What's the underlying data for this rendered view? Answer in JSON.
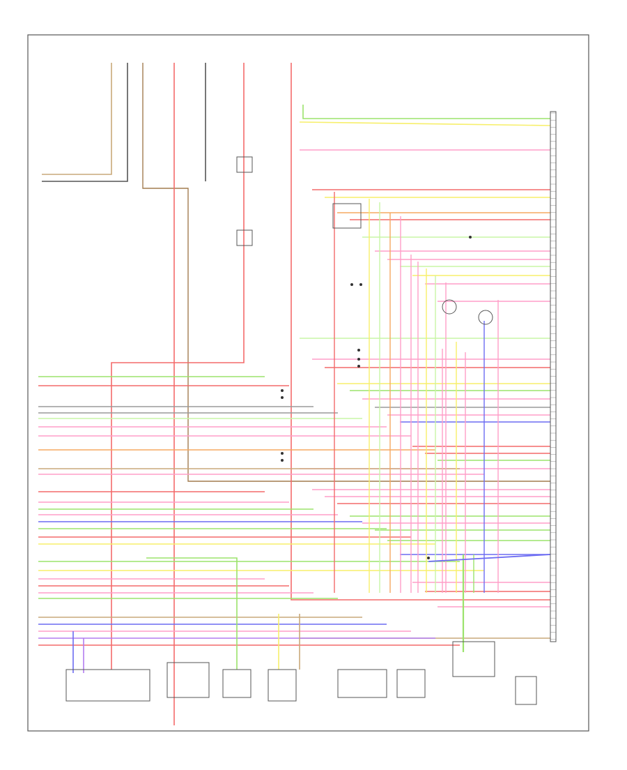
{
  "diagram": {
    "footer_code": "",
    "colors": {
      "red": "#f36a6a",
      "pink": "#ff9ec8",
      "green": "#9be36b",
      "lightgreen": "#c9f5a5",
      "yellow": "#f7ef6a",
      "orange": "#f5a860",
      "blue": "#6c6cf2",
      "purple": "#b27cf0",
      "gray": "#9a9a9a",
      "darkgray": "#555555",
      "tan": "#c9a97a",
      "brown": "#a27c4f"
    },
    "top_fuses": [
      {
        "label": "",
        "sub": ""
      },
      {
        "label": "",
        "sub": ""
      },
      {
        "label": "",
        "sub": ""
      },
      {
        "label": "",
        "sub": ""
      },
      {
        "label": "",
        "sub": ""
      }
    ],
    "components": [
      {
        "id": "oxygen-sensor",
        "label": ""
      },
      {
        "id": "camshaft-position-sensor",
        "label": ""
      },
      {
        "id": "crankshaft-position-sensor",
        "label": ""
      },
      {
        "id": "vehicle-speed-sensor",
        "label": ""
      },
      {
        "id": "idle-air-control-valve",
        "label": ""
      },
      {
        "id": "throttle-position-sensor",
        "label": ""
      },
      {
        "id": "egr-valve",
        "label": ""
      },
      {
        "id": "knock-sensor",
        "label": ""
      },
      {
        "id": "engine-control-module",
        "label": ""
      },
      {
        "id": "intake-air-temp-sensor",
        "label": ""
      },
      {
        "id": "coolant-temp-sensor",
        "label": ""
      }
    ]
  }
}
